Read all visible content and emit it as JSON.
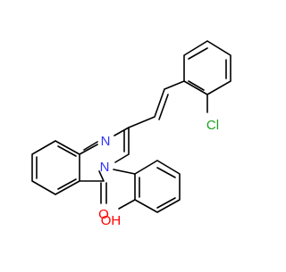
{
  "structure": {
    "atom_labels": {
      "n1": "N",
      "n3": "N",
      "o_carbonyl": "O",
      "cl": "Cl",
      "oh": "OH"
    },
    "colors": {
      "n": "#3333ff",
      "o": "#ff0000",
      "cl": "#1fa01f",
      "bond": "#000000",
      "background": "#ffffff"
    }
  }
}
